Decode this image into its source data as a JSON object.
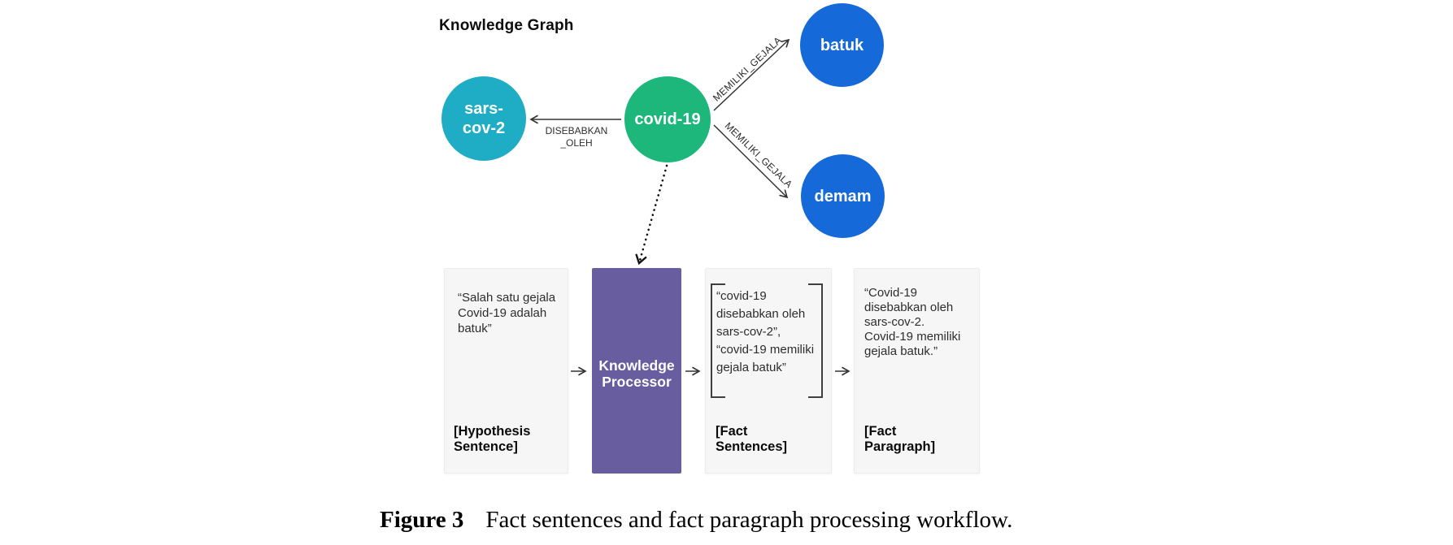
{
  "figure": {
    "graph": {
      "title": "Knowledge Graph",
      "nodes": [
        {
          "id": "sars-cov-2",
          "lines": [
            "sars-",
            "cov-2"
          ],
          "color": "#1fadc5"
        },
        {
          "id": "covid-19",
          "lines": [
            "covid-19"
          ],
          "color": "#1db77c"
        },
        {
          "id": "batuk",
          "lines": [
            "batuk"
          ],
          "color": "#1569d8"
        },
        {
          "id": "demam",
          "lines": [
            "demam"
          ],
          "color": "#1569d8"
        }
      ],
      "edges": [
        {
          "from": "covid-19",
          "to": "sars-cov-2",
          "label_lines": [
            "DISEBABKAN",
            "_OLEH"
          ]
        },
        {
          "from": "covid-19",
          "to": "batuk",
          "label": "MEMILIKI_GEJALA"
        },
        {
          "from": "covid-19",
          "to": "demam",
          "label": "MEMILIKI_GEJALA"
        }
      ]
    },
    "pipeline": {
      "hypothesis": {
        "lines": [
          "“Salah satu gejala",
          "Covid-19 adalah",
          "batuk”"
        ],
        "label_lines": [
          "[Hypothesis",
          "Sentence]"
        ]
      },
      "processor": {
        "lines": [
          "Knowledge",
          "Processor"
        ],
        "color": "#675d9f"
      },
      "fact_sentences": {
        "lines": [
          "“covid-19",
          "disebabkan oleh",
          "sars-cov-2”,",
          "“covid-19 memiliki",
          "gejala batuk”"
        ],
        "label_lines": [
          "[Fact",
          "Sentences]"
        ]
      },
      "fact_paragraph": {
        "lines": [
          "“Covid-19",
          "disebabkan oleh",
          "sars-cov-2.",
          "Covid-19 memiliki",
          "gejala batuk.”"
        ],
        "label_lines": [
          "[Fact",
          "Paragraph]"
        ]
      }
    },
    "caption": {
      "label": "Figure 3",
      "text": "Fact sentences and fact paragraph processing workflow."
    }
  },
  "colors": {
    "node_teal": "#1fadc5",
    "node_green": "#1db77c",
    "node_blue": "#1569d8",
    "processor_purple": "#675d9f",
    "box_gray": "#f6f6f6",
    "arrow": "#333333",
    "text": "#2d2d2d"
  }
}
